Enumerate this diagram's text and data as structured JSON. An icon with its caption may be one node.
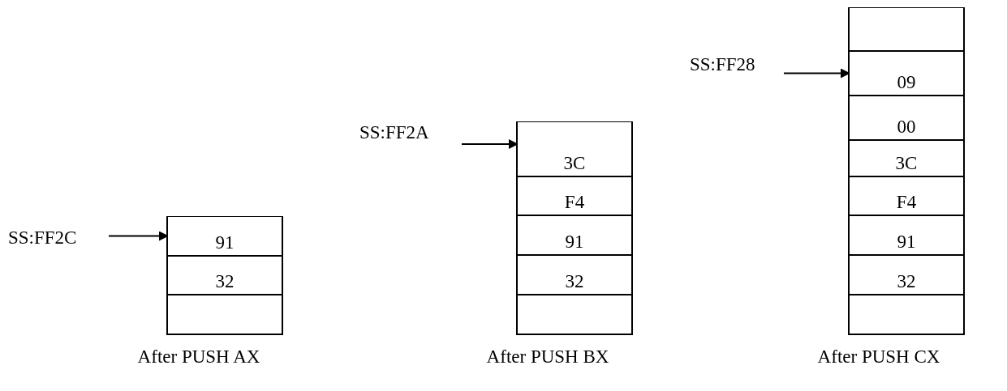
{
  "diagram": {
    "nodes": [
      {
        "text": [
          "SS:FF2C"
        ]
      },
      {
        "text": [],
        "shape": "box",
        "beside": [
          "After PUSH AX"
        ]
      },
      {
        "text": [
          "91"
        ],
        "in": 1
      },
      {
        "text": [
          "32"
        ],
        "in": 1
      },
      {
        "text": [],
        "shape": "box",
        "in": 1
      },
      {
        "text": [
          "SS:FF2A"
        ]
      },
      {
        "text": [],
        "shape": "box",
        "beside": [
          "After PUSH BX"
        ]
      },
      {
        "text": [
          "3C"
        ],
        "in": 6
      },
      {
        "text": [
          "F4"
        ],
        "in": 6
      },
      {
        "text": [
          "91"
        ],
        "in": 6
      },
      {
        "text": [
          "32"
        ],
        "in": 6
      },
      {
        "text": [],
        "shape": "box",
        "in": 6
      },
      {
        "text": [
          "SS:FF28"
        ]
      },
      {
        "text": [],
        "shape": "box",
        "beside": [
          "After PUSH CX"
        ]
      },
      {
        "text": [],
        "shape": "box",
        "in": 13
      },
      {
        "text": [
          "09"
        ],
        "in": 13
      },
      {
        "text": [
          "00"
        ],
        "in": 13
      },
      {
        "text": [
          "3C"
        ],
        "in": 13
      },
      {
        "text": [
          "F4"
        ],
        "in": 13
      },
      {
        "text": [
          "91"
        ],
        "in": 13
      },
      {
        "text": [
          "32"
        ],
        "in": 13
      },
      {
        "text": [],
        "shape": "box",
        "in": 13
      }
    ],
    "edges": [
      {
        "from": 0,
        "to": 2,
        "arrow": "to"
      },
      {
        "from": 5,
        "to": 7,
        "arrow": "to"
      },
      {
        "from": 12,
        "to": 15,
        "arrow": "to"
      }
    ]
  }
}
